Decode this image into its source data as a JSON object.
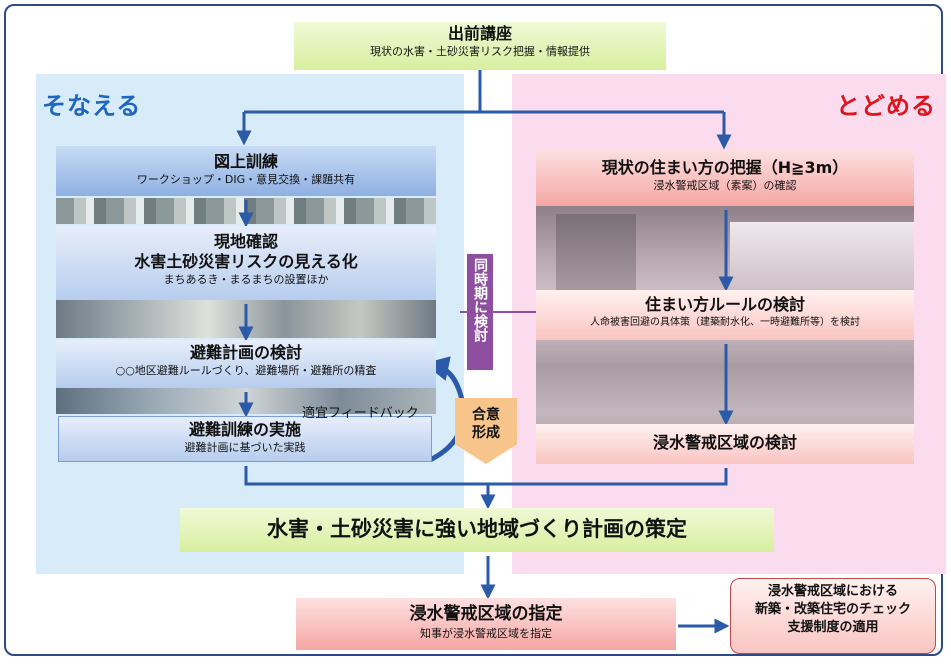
{
  "left_panel": {
    "title": "そなえる"
  },
  "right_panel": {
    "title": "とどめる"
  },
  "demae": {
    "title": "出前講座",
    "sub": "現状の水害・土砂災害リスク把握・情報提供"
  },
  "zujo": {
    "title": "図上訓練",
    "sub": "ワークショップ・DIG・意見交換・課題共有"
  },
  "genchi": {
    "title1": "現地確認",
    "title2": "水害土砂災害リスクの見える化",
    "sub": "まちあるき・まるまちの設置ほか"
  },
  "hinan_keikaku": {
    "title": "避難計画の検討",
    "sub": "○○地区避難ルールづくり、避難場所・避難所の精査"
  },
  "hinan_kunren": {
    "title": "避難訓練の実施",
    "sub": "避難計画に基づいた実践"
  },
  "feedback": "適宜フィードバック",
  "goui": "合意形成",
  "doujiki": "同時期に検討",
  "genjo": {
    "title": "現状の住まい方の把握（H≧3m）",
    "sub": "浸水警戒区域（素案）の確認"
  },
  "rule": {
    "title": "住まい方ルールの検討",
    "sub": "人命被害回避の具体策（建築耐水化、一時避難所等）を検討"
  },
  "keikai_kento": {
    "title": "浸水警戒区域の検討"
  },
  "sakutei": {
    "title": "水害・土砂災害に強い地域づくり計画の策定"
  },
  "shitei": {
    "title": "浸水警戒区域の指定",
    "sub": "知事が浸水警戒区域を指定"
  },
  "check": {
    "line1": "浸水警戒区域における",
    "line2": "新築・改築住宅のチェック",
    "line3": "支援制度の適用"
  },
  "colors": {
    "frame": "#2d4a86",
    "arrow": "#2b5aa8",
    "left_title": "#1f66c2",
    "right_title": "#e0141c",
    "doujiki": "#8e4fa0",
    "goui": "#f7c58c"
  }
}
